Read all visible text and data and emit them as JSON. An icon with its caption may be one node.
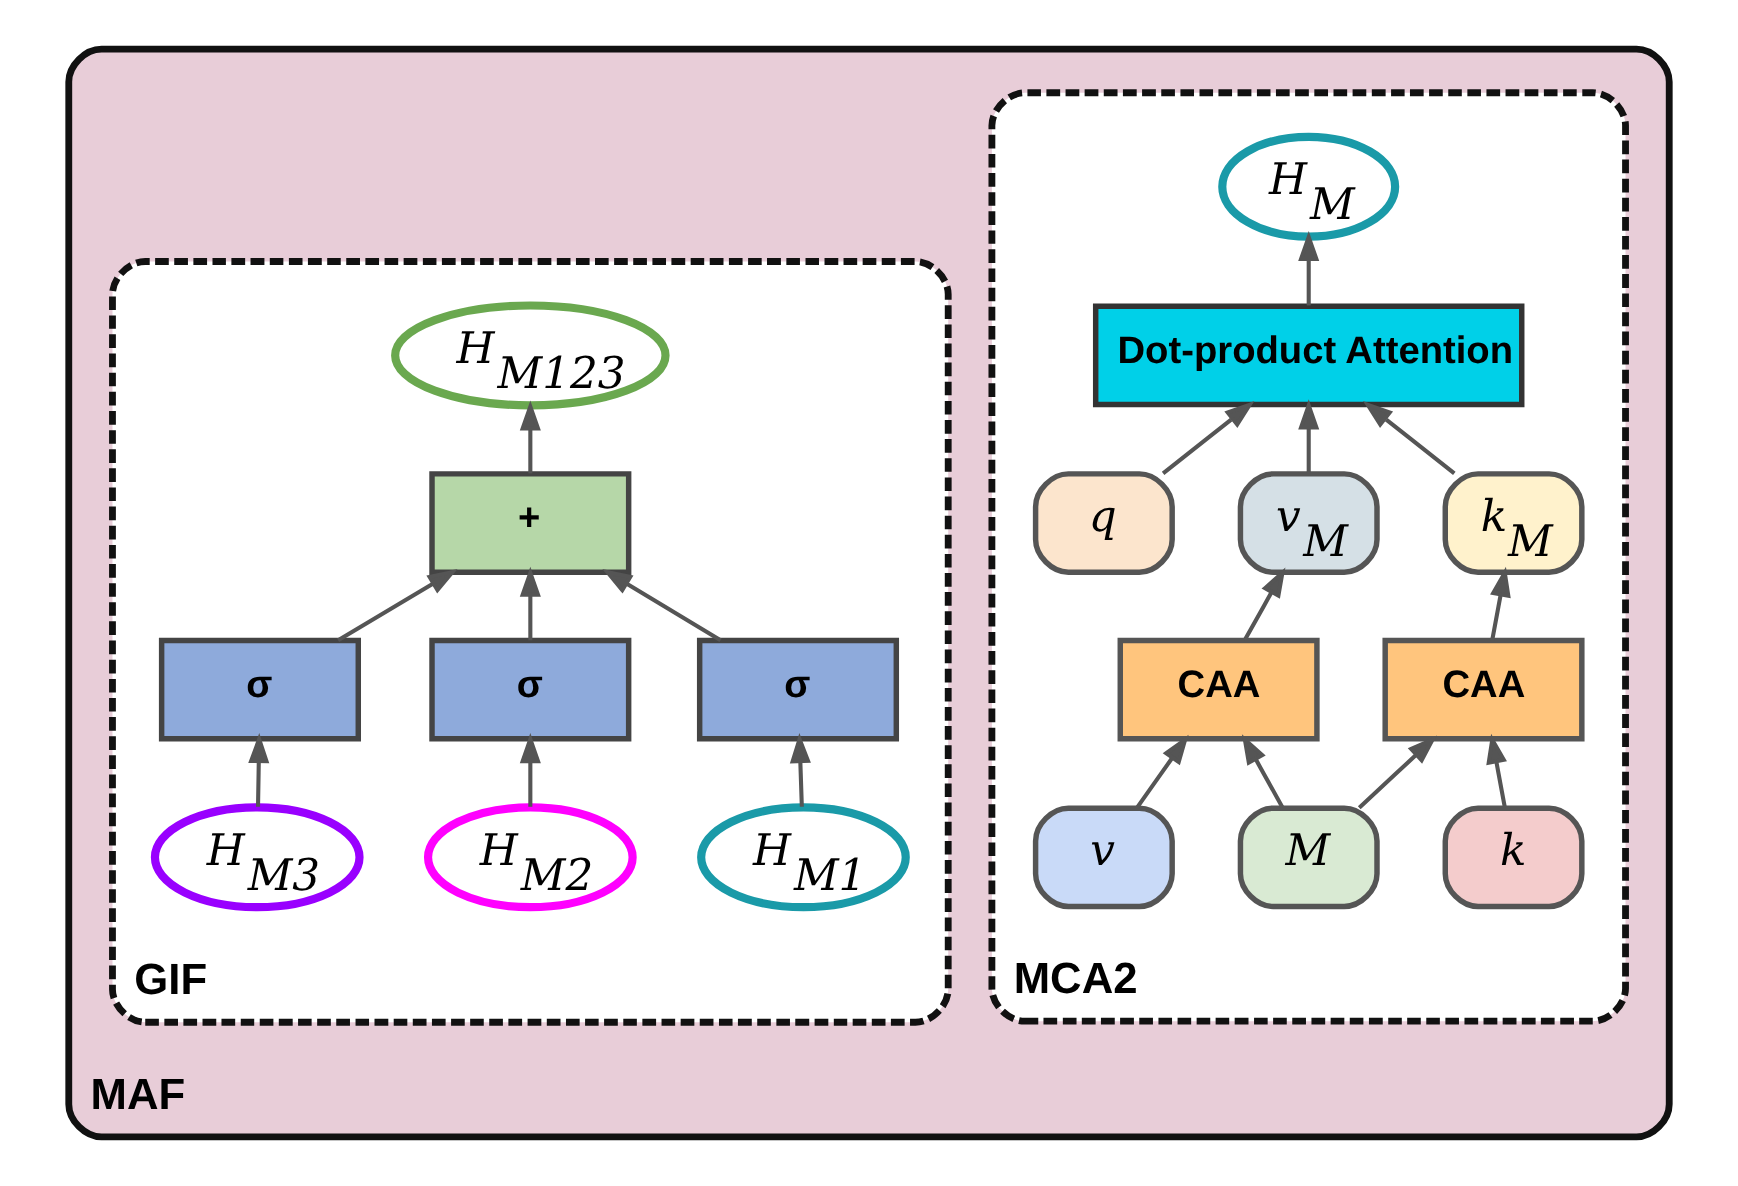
{
  "diagram": {
    "nodes": [
      {
        "text": [
          "MAF"
        ]
      },
      {
        "text": [
          "MCA2"
        ],
        "in": 0
      },
      {
        "text": [
          "GIF"
        ],
        "in": 0
      },
      {
        "text": [
          "H$_{M}$"
        ],
        "in": 1
      },
      {
        "text": [
          "Dot-product Attention"
        ],
        "in": 1
      },
      {
        "text": [
          "k$_{M}$"
        ],
        "in": 1
      },
      {
        "text": [
          "v$_{M}$"
        ],
        "in": 1
      },
      {
        "text": [
          "CAA"
        ],
        "in": 1
      },
      {
        "text": [
          "CAA"
        ],
        "in": 1
      },
      {
        "text": [
          "k"
        ],
        "in": 1
      },
      {
        "text": [
          "M"
        ],
        "in": 1
      },
      {
        "text": [
          "v"
        ],
        "in": 1
      },
      {
        "text": [
          "q"
        ],
        "in": 1
      },
      {
        "text": [
          "H$_{M123}$"
        ],
        "in": 2
      },
      {
        "text": [
          "+"
        ],
        "in": 2
      },
      {
        "text": [
          "σ"
        ],
        "in": 2
      },
      {
        "text": [
          "σ"
        ],
        "in": 2
      },
      {
        "text": [
          "σ"
        ],
        "in": 2
      },
      {
        "text": [
          "H$_{M1}$"
        ],
        "in": 2
      },
      {
        "text": [
          "H$_{M2}$"
        ],
        "in": 2
      },
      {
        "text": [
          "H$_{M3}$"
        ],
        "in": 2
      }
    ],
    "edges": [
      {
        "from": 4,
        "to": 3,
        "arrow": "to"
      },
      {
        "from": 5,
        "to": 4,
        "arrow": "to"
      },
      {
        "from": 6,
        "to": 4,
        "arrow": "to"
      },
      {
        "from": 12,
        "to": 4,
        "arrow": "to"
      },
      {
        "from": 7,
        "to": 5,
        "arrow": "to"
      },
      {
        "from": 8,
        "to": 6,
        "arrow": "to"
      },
      {
        "from": 9,
        "to": 7,
        "arrow": "to"
      },
      {
        "from": 10,
        "to": 7,
        "arrow": "to"
      },
      {
        "from": 10,
        "to": 8,
        "arrow": "to"
      },
      {
        "from": 11,
        "to": 8,
        "arrow": "to"
      },
      {
        "from": 14,
        "to": 13,
        "arrow": "to"
      },
      {
        "from": 15,
        "to": 14,
        "arrow": "to"
      },
      {
        "from": 16,
        "to": 14,
        "arrow": "to"
      },
      {
        "from": 17,
        "to": 14,
        "arrow": "to"
      },
      {
        "from": 18,
        "to": 15,
        "arrow": "to"
      },
      {
        "from": 19,
        "to": 16,
        "arrow": "to"
      },
      {
        "from": 20,
        "to": 17,
        "arrow": "to"
      }
    ]
  }
}
